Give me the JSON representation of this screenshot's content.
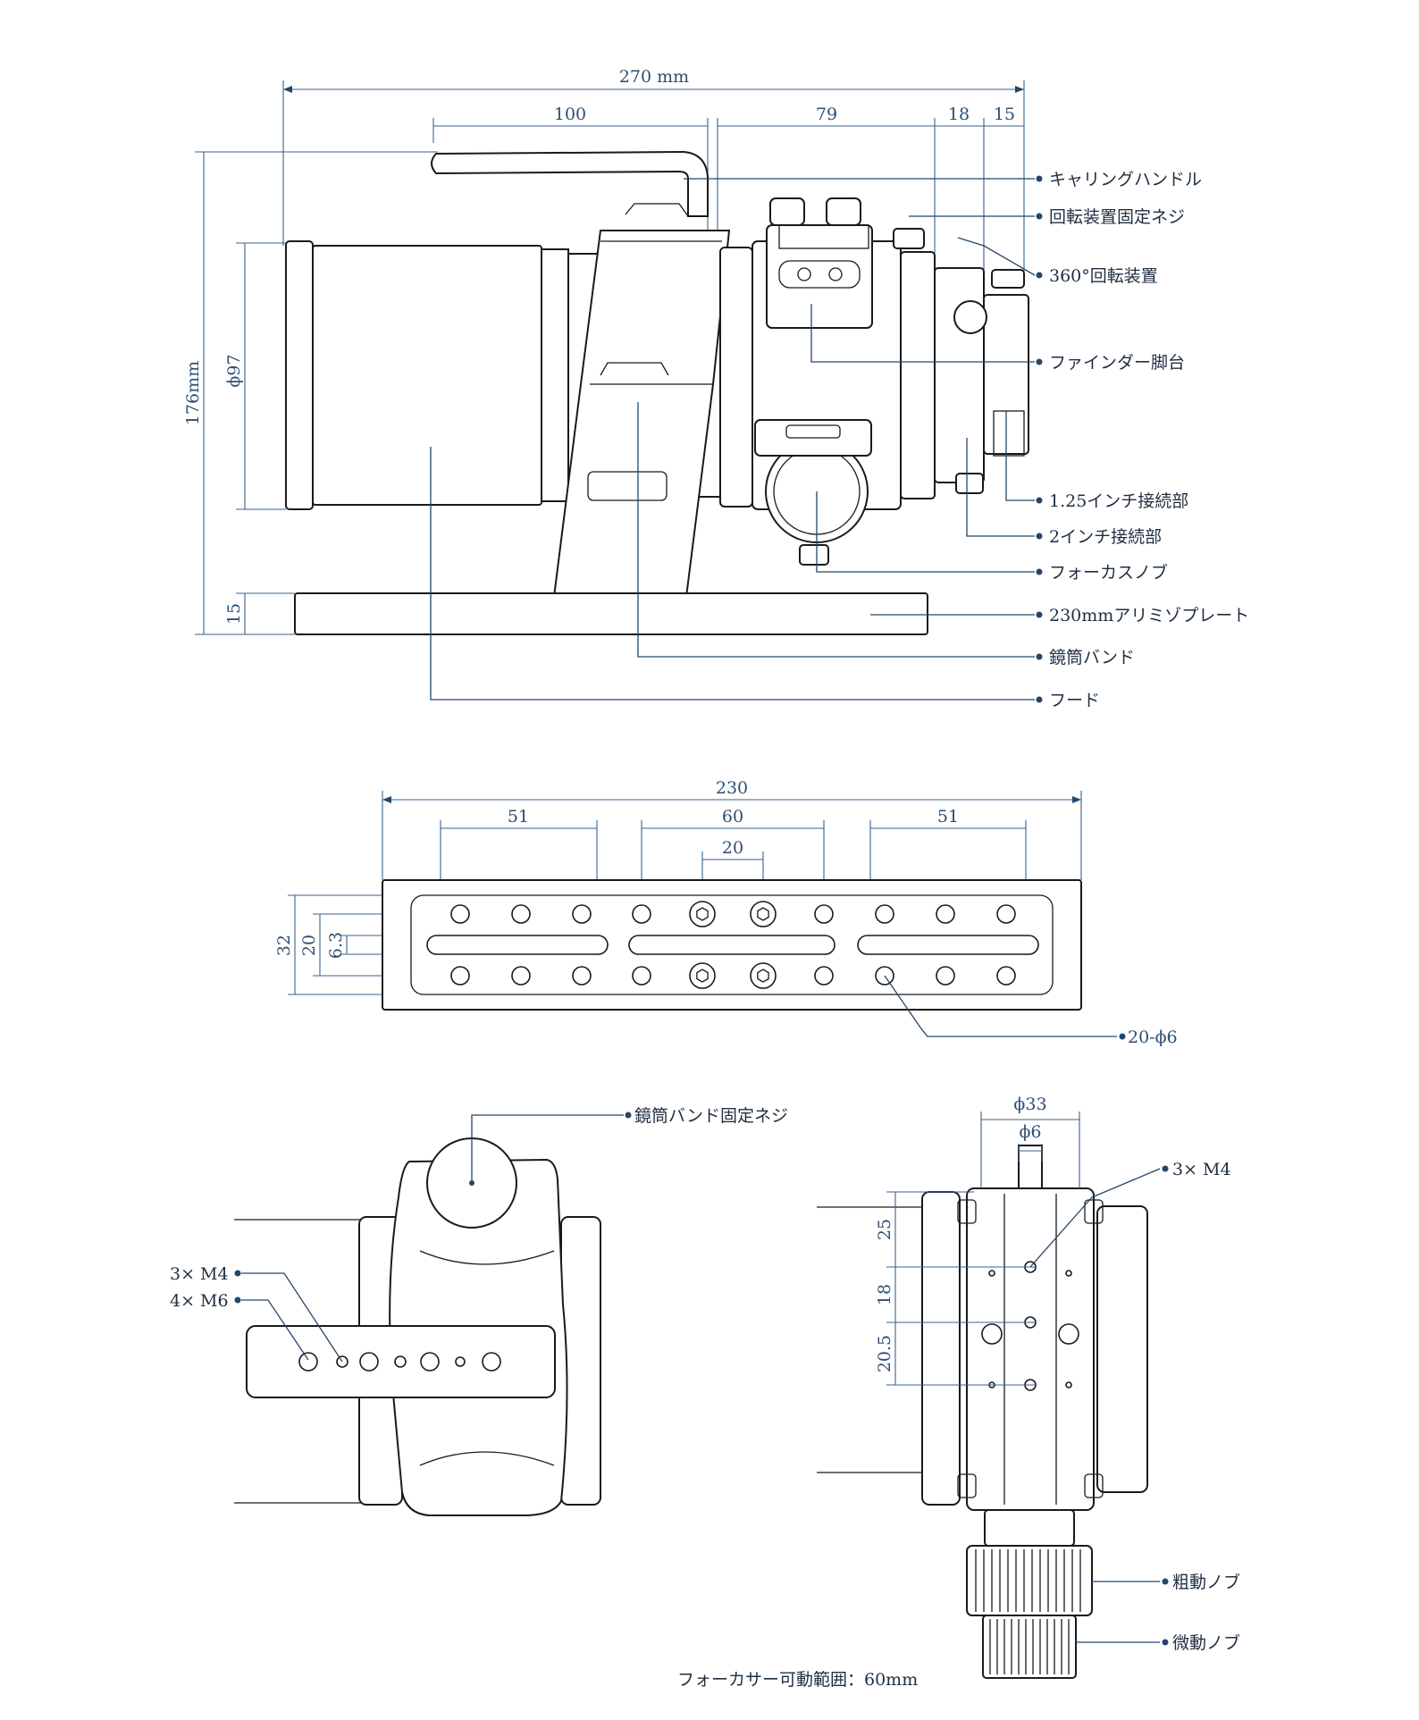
{
  "side_view": {
    "dims": {
      "total": "270 mm",
      "d100": "100",
      "d79": "79",
      "d18": "18",
      "d15": "15",
      "height": "176mm",
      "diameter": "ϕ97",
      "plate_h": "15"
    },
    "callouts": [
      "キャリングハンドル",
      "回転装置固定ネジ",
      "360°回転装置",
      "ファインダー脚台",
      "1.25インチ接続部",
      "2インチ接続部",
      "フォーカスノブ",
      "230mmアリミゾプレート",
      "鏡筒バンド",
      "フード"
    ]
  },
  "plate_view": {
    "dims": {
      "length": "230",
      "seg_left": "51",
      "seg_mid": "60",
      "seg_right": "51",
      "inner": "20",
      "h32": "32",
      "h20": "20",
      "h63": "6.3"
    },
    "hole_label": "20-ϕ6"
  },
  "band_view": {
    "screw_label": "鏡筒バンド固定ネジ",
    "m4_label": "3× M4",
    "m6_label": "4× M6"
  },
  "focuser_view": {
    "dims": {
      "d33": "ϕ33",
      "d6": "ϕ6",
      "v25": "25",
      "v18": "18",
      "v205": "20.5"
    },
    "m4_label": "3× M4",
    "coarse_label": "粗動ノブ",
    "fine_label": "微動ノブ",
    "travel_text": "フォーカサー可動範囲：60mm"
  }
}
